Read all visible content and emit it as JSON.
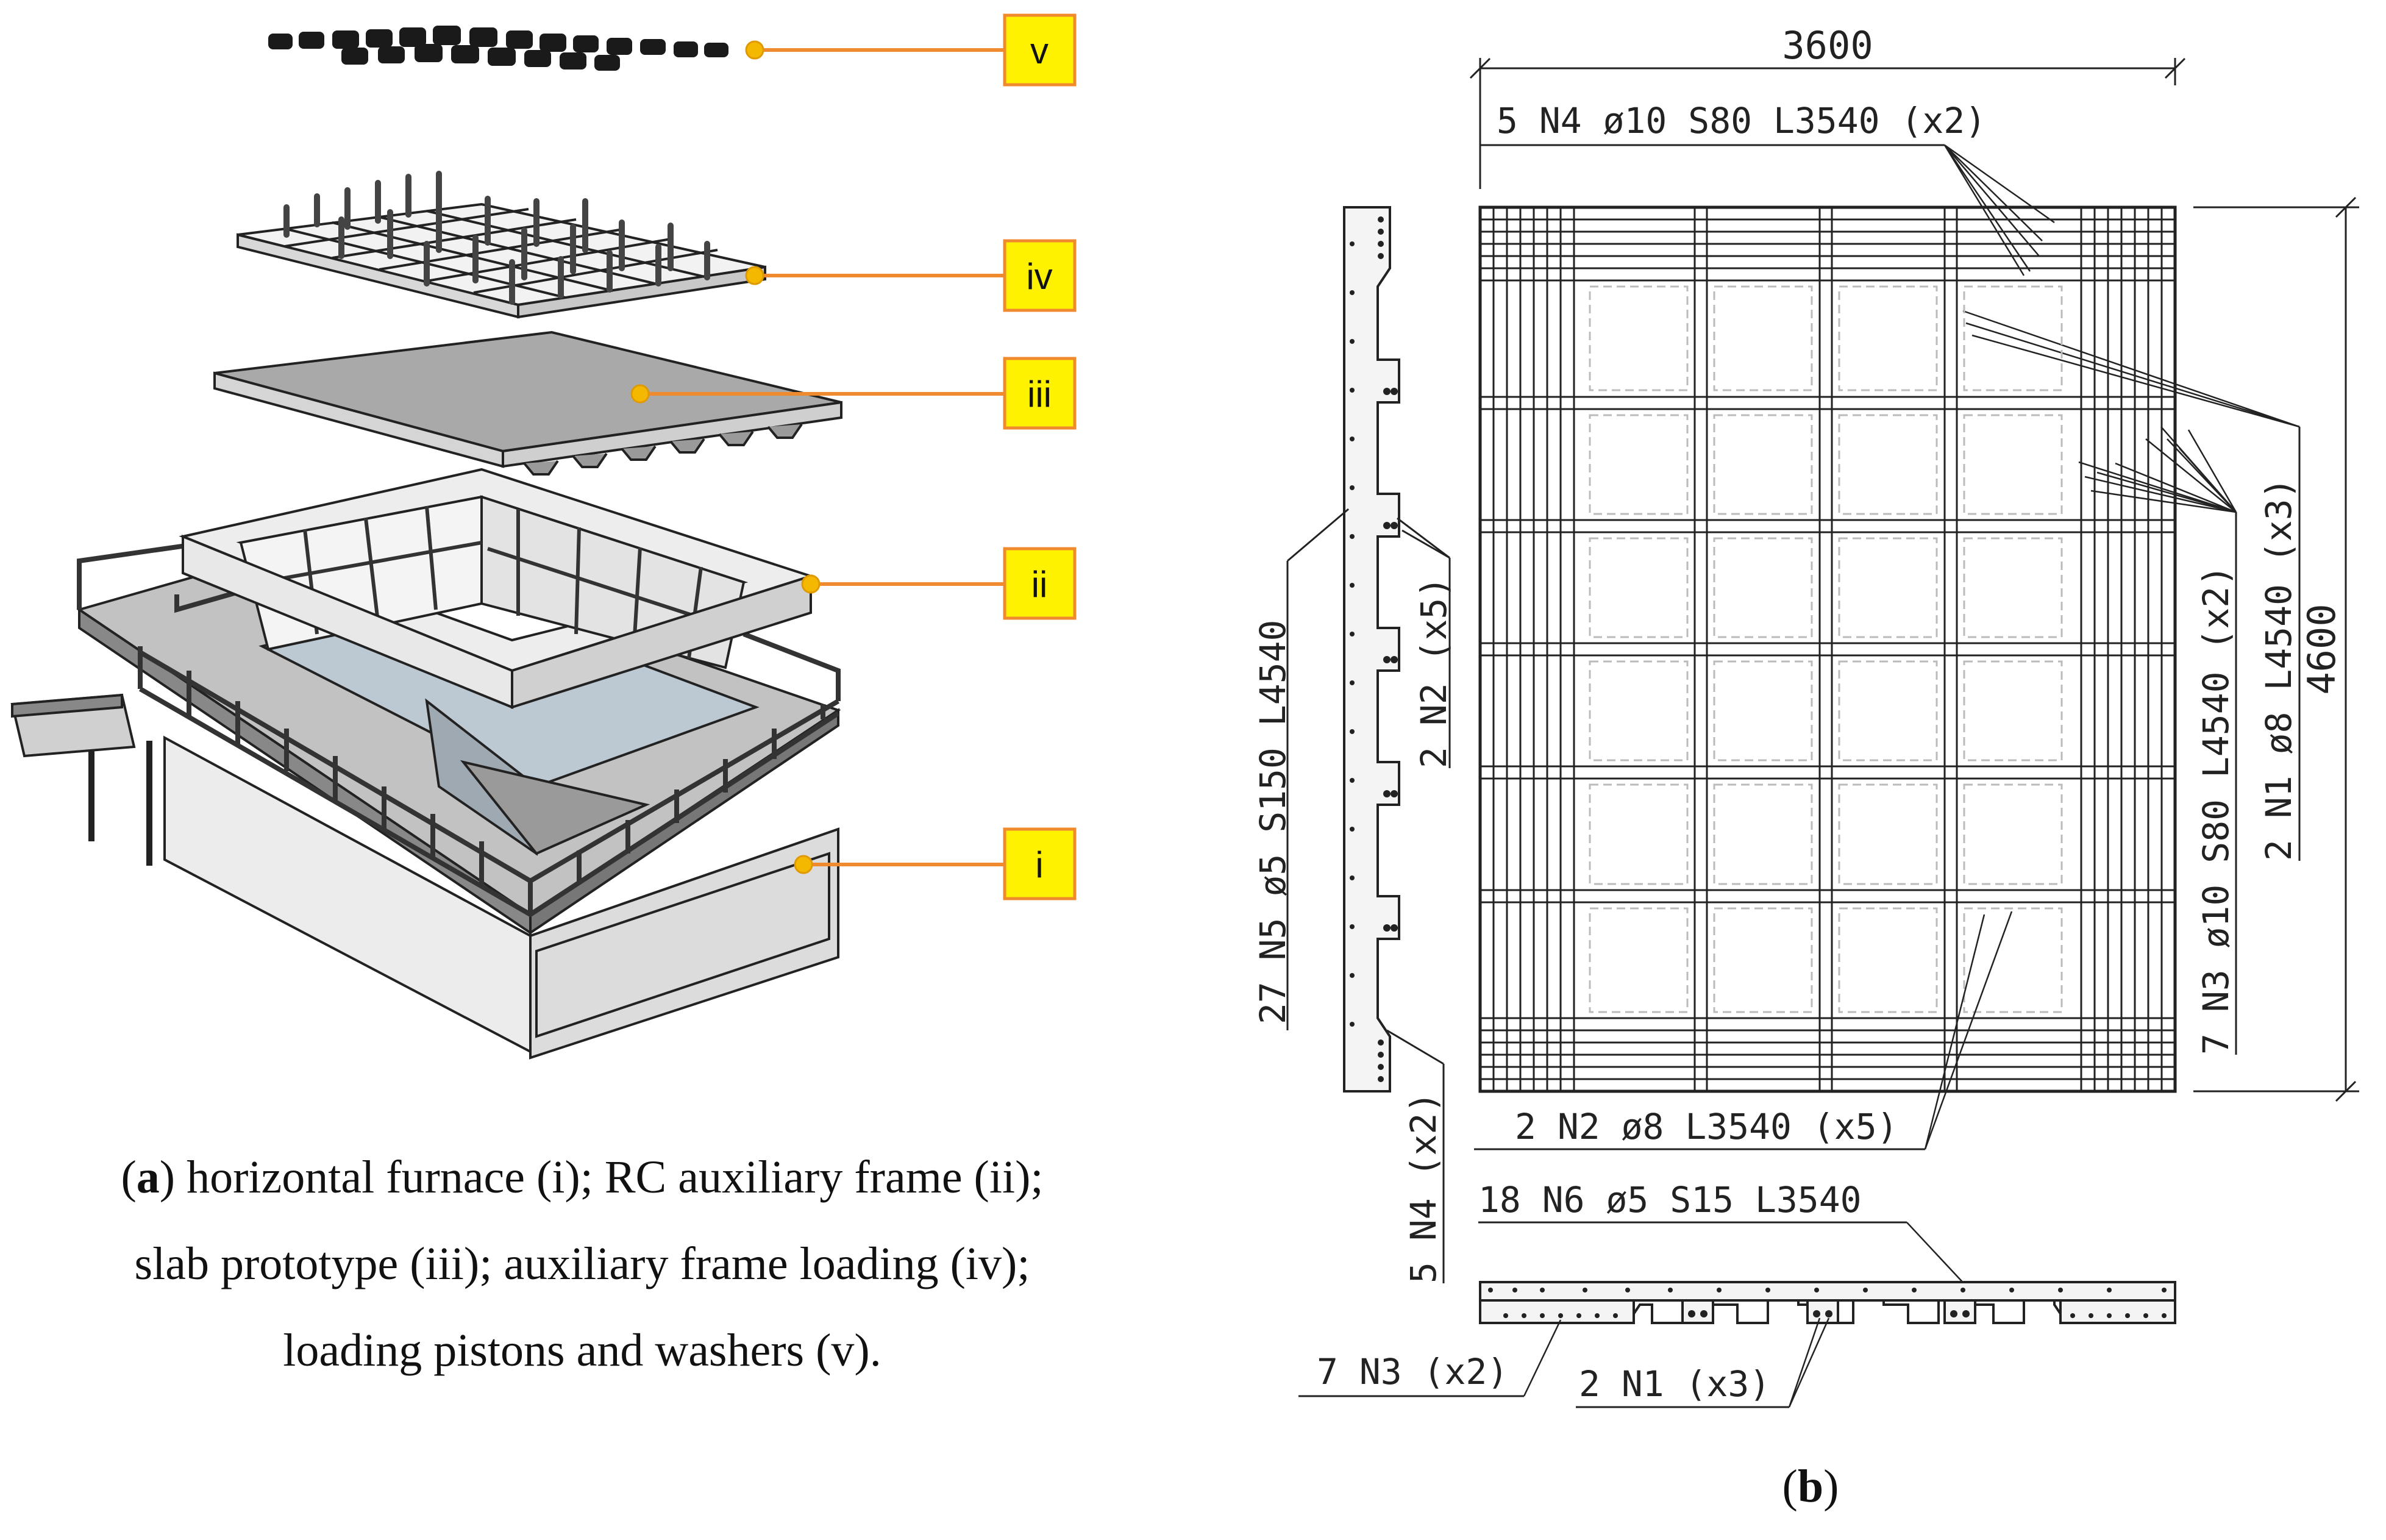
{
  "panel_a": {
    "labels": [
      "v",
      "iv",
      "iii",
      "ii",
      "i"
    ],
    "caption": {
      "open_paren": "(",
      "letter": "a",
      "line1_rest": ") horizontal furnace (i); RC auxiliary frame (ii);",
      "line2": "slab prototype (iii); auxiliary frame loading (iv);",
      "line3": "loading pistons and washers (v)."
    },
    "colors": {
      "leader": "#F08A2E",
      "dot": "#F5B800",
      "label_fill": "#FFF200",
      "label_border": "#F08A2E",
      "furnace_water": "#BCC9D3"
    }
  },
  "panel_b": {
    "dim_width": "3600",
    "dim_height": "4600",
    "notes": {
      "n4_top": "5 N4 ø10 S80 L3540 (x2)",
      "n3_n1_right": "7 N3 ø10 S80 L4540 (x2)",
      "n1_right": "2 N1 ø8 L4540 (x3)",
      "n5_left": "27 N5 ø5 S150 L4540",
      "n2_left": "2 N2 (x5)",
      "n4_left": "5 N4 (x2)",
      "n2_bottom": "2 N2 ø8 L3540 (x5)",
      "n6_bottom": "18 N6 ø5 S15 L3540",
      "n3_section": "7 N3 (x2)",
      "n1_section": "2 N1 (x3)"
    },
    "caption": {
      "open_paren": "(",
      "letter": "b",
      "close_paren": ")"
    }
  }
}
